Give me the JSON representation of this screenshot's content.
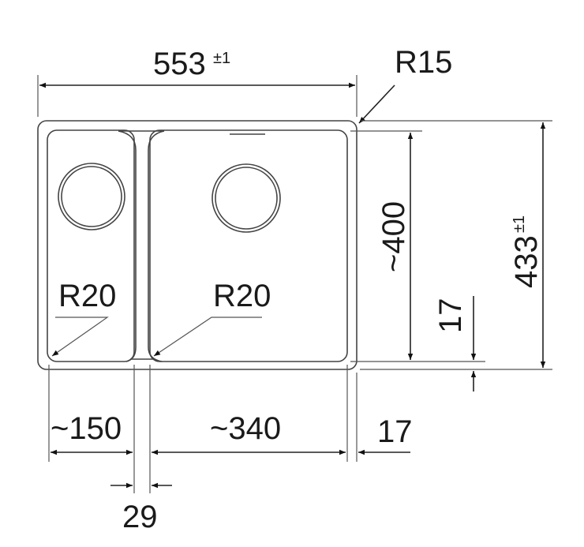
{
  "title": "Double bowl sink dimension drawing",
  "dimensions": {
    "overall_width": {
      "value": "553",
      "tolerance": "±1"
    },
    "overall_depth": {
      "value": "433",
      "tolerance": "±1"
    },
    "corner_radius_outer": "R15",
    "corner_radius_left_bowl": "R20",
    "corner_radius_right_bowl": "R20",
    "bowl_depth": "~400",
    "rim_vertical": "17",
    "left_bowl_width": "~150",
    "right_bowl_width": "~340",
    "rim_horizontal": "17",
    "divider_width": "29"
  },
  "colors": {
    "line": "#222222",
    "background": "#ffffff"
  }
}
